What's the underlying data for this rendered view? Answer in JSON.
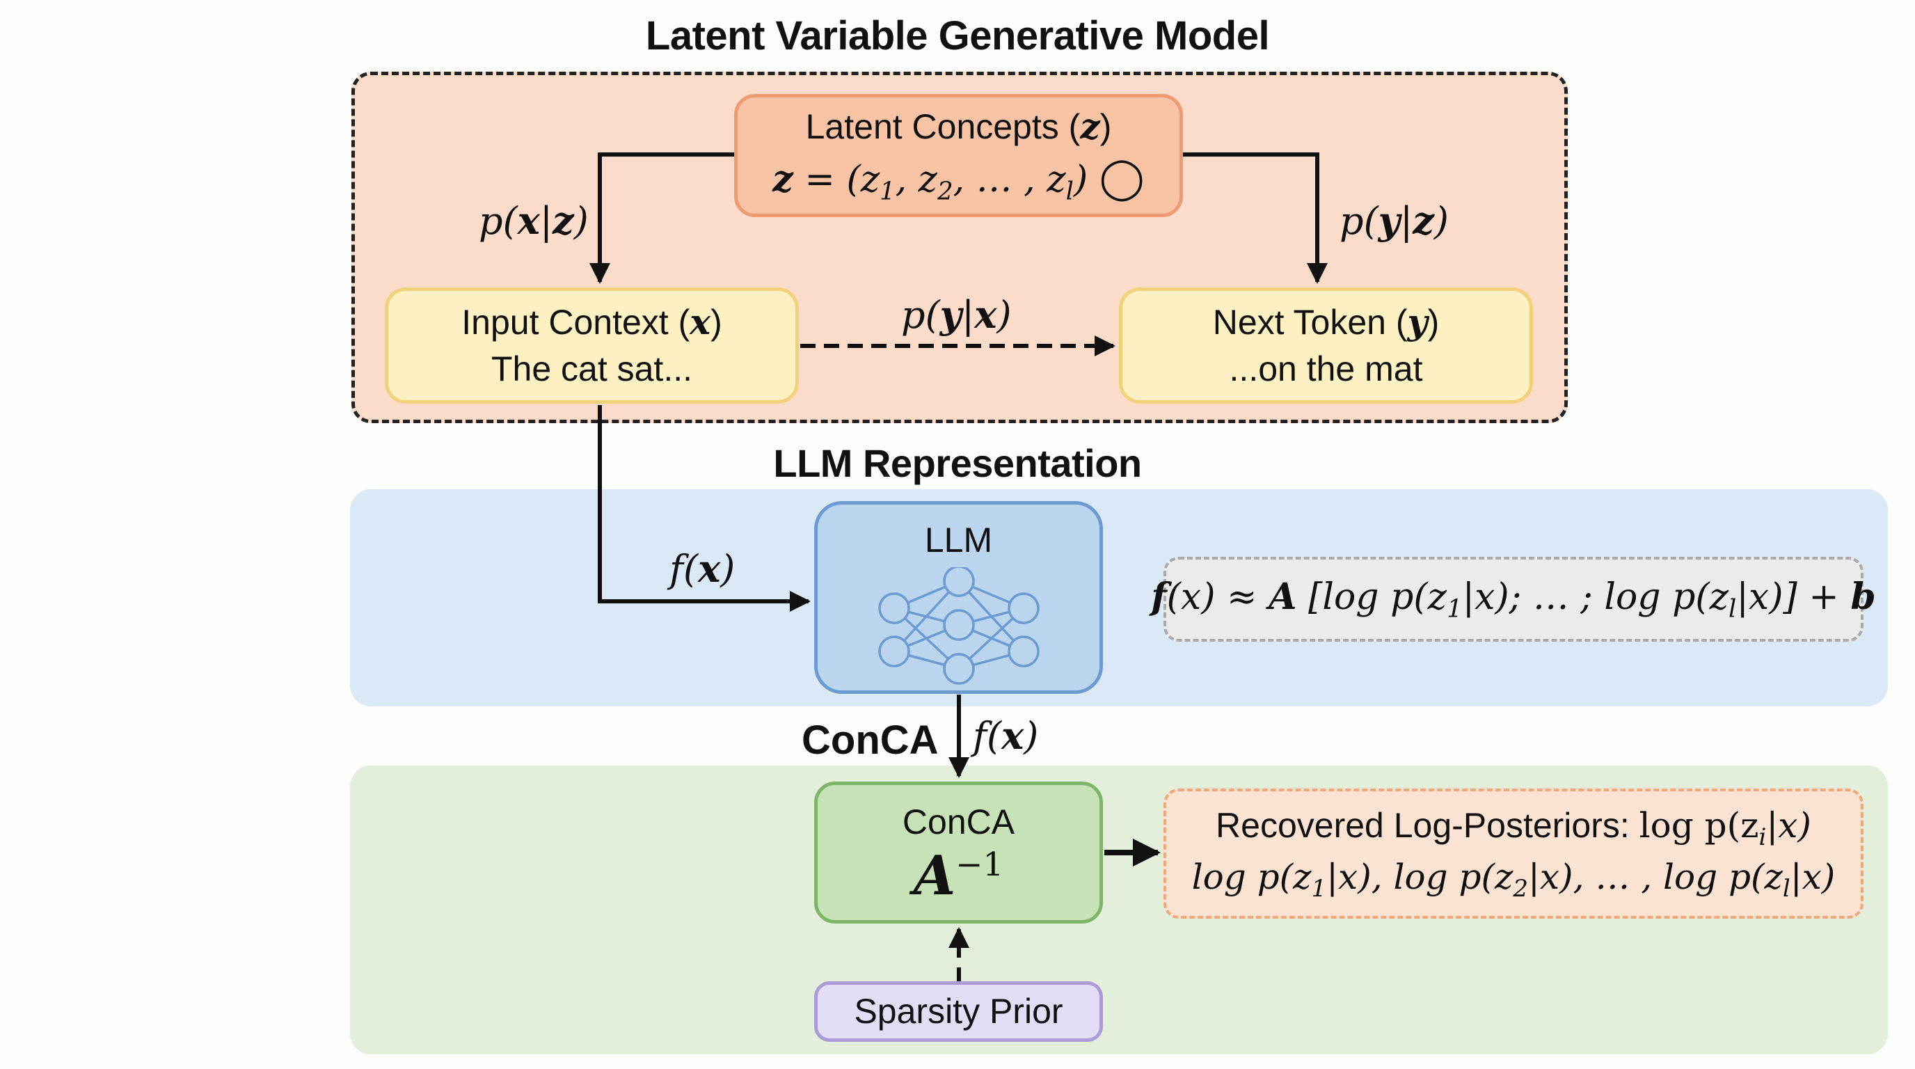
{
  "sections": {
    "generative_title": "Latent Variable Generative Model",
    "representation_title": "LLM Representation"
  },
  "nodes": {
    "latent": {
      "title": "Latent Concepts (",
      "title_var": "z",
      "title_close": ")",
      "eq_lhs": "z",
      "eq_mid": " = (z",
      "sub1": "1",
      "sep1": ", z",
      "sub2": "2",
      "sep2": ", … , z",
      "subl": "l",
      "eq_close": ")",
      "marker": "◯"
    },
    "input": {
      "title": "Input Context (",
      "var": "x",
      "close": ")",
      "example": "The cat sat..."
    },
    "next": {
      "title": "Next Token (",
      "var": "y",
      "close": ")",
      "example": "...on the mat"
    },
    "llm": {
      "label": "LLM"
    },
    "conca": {
      "label": "ConCA",
      "op_base": "A",
      "op_exp": "−1"
    },
    "sparsity": {
      "label": "Sparsity Prior"
    }
  },
  "edges": {
    "p_x_given_z": {
      "p": "p(",
      "a": "x",
      "bar": "|",
      "b": "z",
      "close": ")"
    },
    "p_y_given_z": {
      "p": "p(",
      "a": "y",
      "bar": "|",
      "b": "z",
      "close": ")"
    },
    "p_y_given_x": {
      "p": "p(",
      "a": "y",
      "bar": "|",
      "b": "x",
      "close": ")"
    },
    "f_x_to_llm": {
      "f": "f",
      "open": "(",
      "x": "x",
      "close": ")"
    },
    "conca_label": "ConCA",
    "f_x_to_conca": {
      "f": "f",
      "open": "(",
      "x": "x",
      "close": ")"
    }
  },
  "formula": {
    "f": "f",
    "fx": "(x)",
    "approx": " ≈ ",
    "A": "A",
    "open": " [log p(z",
    "s1": "1",
    "mid": "|x); … ; log p(z",
    "sl": "l",
    "end": "|x)] + ",
    "b": "b"
  },
  "recovered": {
    "line1_text": "Recovered Log-Posteriors: ",
    "line1_math": "log p(z",
    "line1_sub": "i",
    "line1_end": "|x)",
    "line2_a": "log p(z",
    "s1": "1",
    "line2_b": "|x), log p(z",
    "s2": "2",
    "line2_c": "|x), … , log p(z",
    "sl": "l",
    "line2_d": "|x)"
  },
  "colors": {
    "generative_bg": "#fbdccb",
    "latent_fill": "#f9c3a6",
    "token_fill": "#fdf0c3",
    "representation_bg": "#dbe8f5",
    "llm_fill": "#bcd5ef",
    "llm_stroke": "#6c9bd2",
    "conca_bg": "#e3efdb",
    "conca_fill": "#c8e2b8",
    "sparsity_fill": "#e3dcf5"
  }
}
